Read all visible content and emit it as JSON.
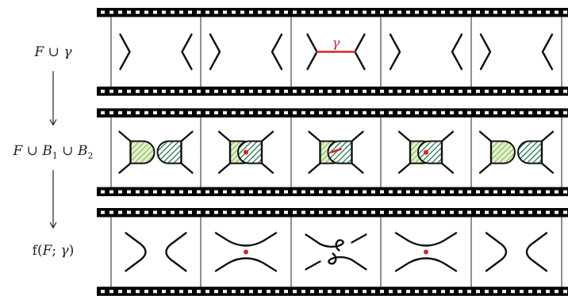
{
  "rows": [
    {
      "id": "row-a",
      "label_html": "<i>F</i> ∪ <i>γ</i>",
      "kind": "arcs"
    },
    {
      "id": "row-b",
      "label_html": "<i>F</i> ∪ <i>B</i><sub>1</sub> ∪ <i>B</i><sub>2</sub>",
      "kind": "bands"
    },
    {
      "id": "row-c",
      "label_html": "f(<i>F</i>; <i>γ</i>)",
      "kind": "curves"
    }
  ],
  "frames": 5,
  "arc_label": "γ",
  "colors": {
    "film": "#000000",
    "line": "#111111",
    "accent_red": "#dd2222",
    "light_green": "#8fc25a",
    "dark_green": "#207a48"
  }
}
